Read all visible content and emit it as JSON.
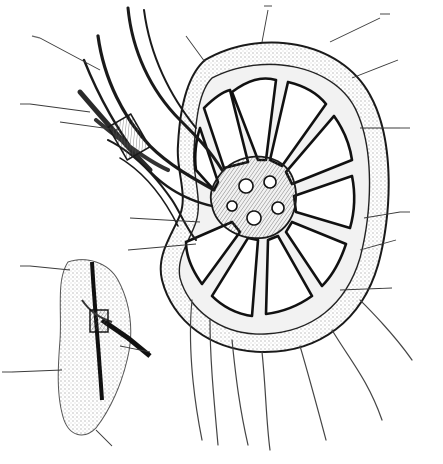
{
  "figure": {
    "kind": "anatomical engraving",
    "style": "monochrome stippled line drawing",
    "labels": []
  },
  "colors": {
    "background": "#ffffff",
    "ink": "#1a1a1a",
    "stipple": "#7a7a7a"
  },
  "icons": {
    "organ": "kidney-section-illustration",
    "detail": "vessel-detail-illustration"
  }
}
